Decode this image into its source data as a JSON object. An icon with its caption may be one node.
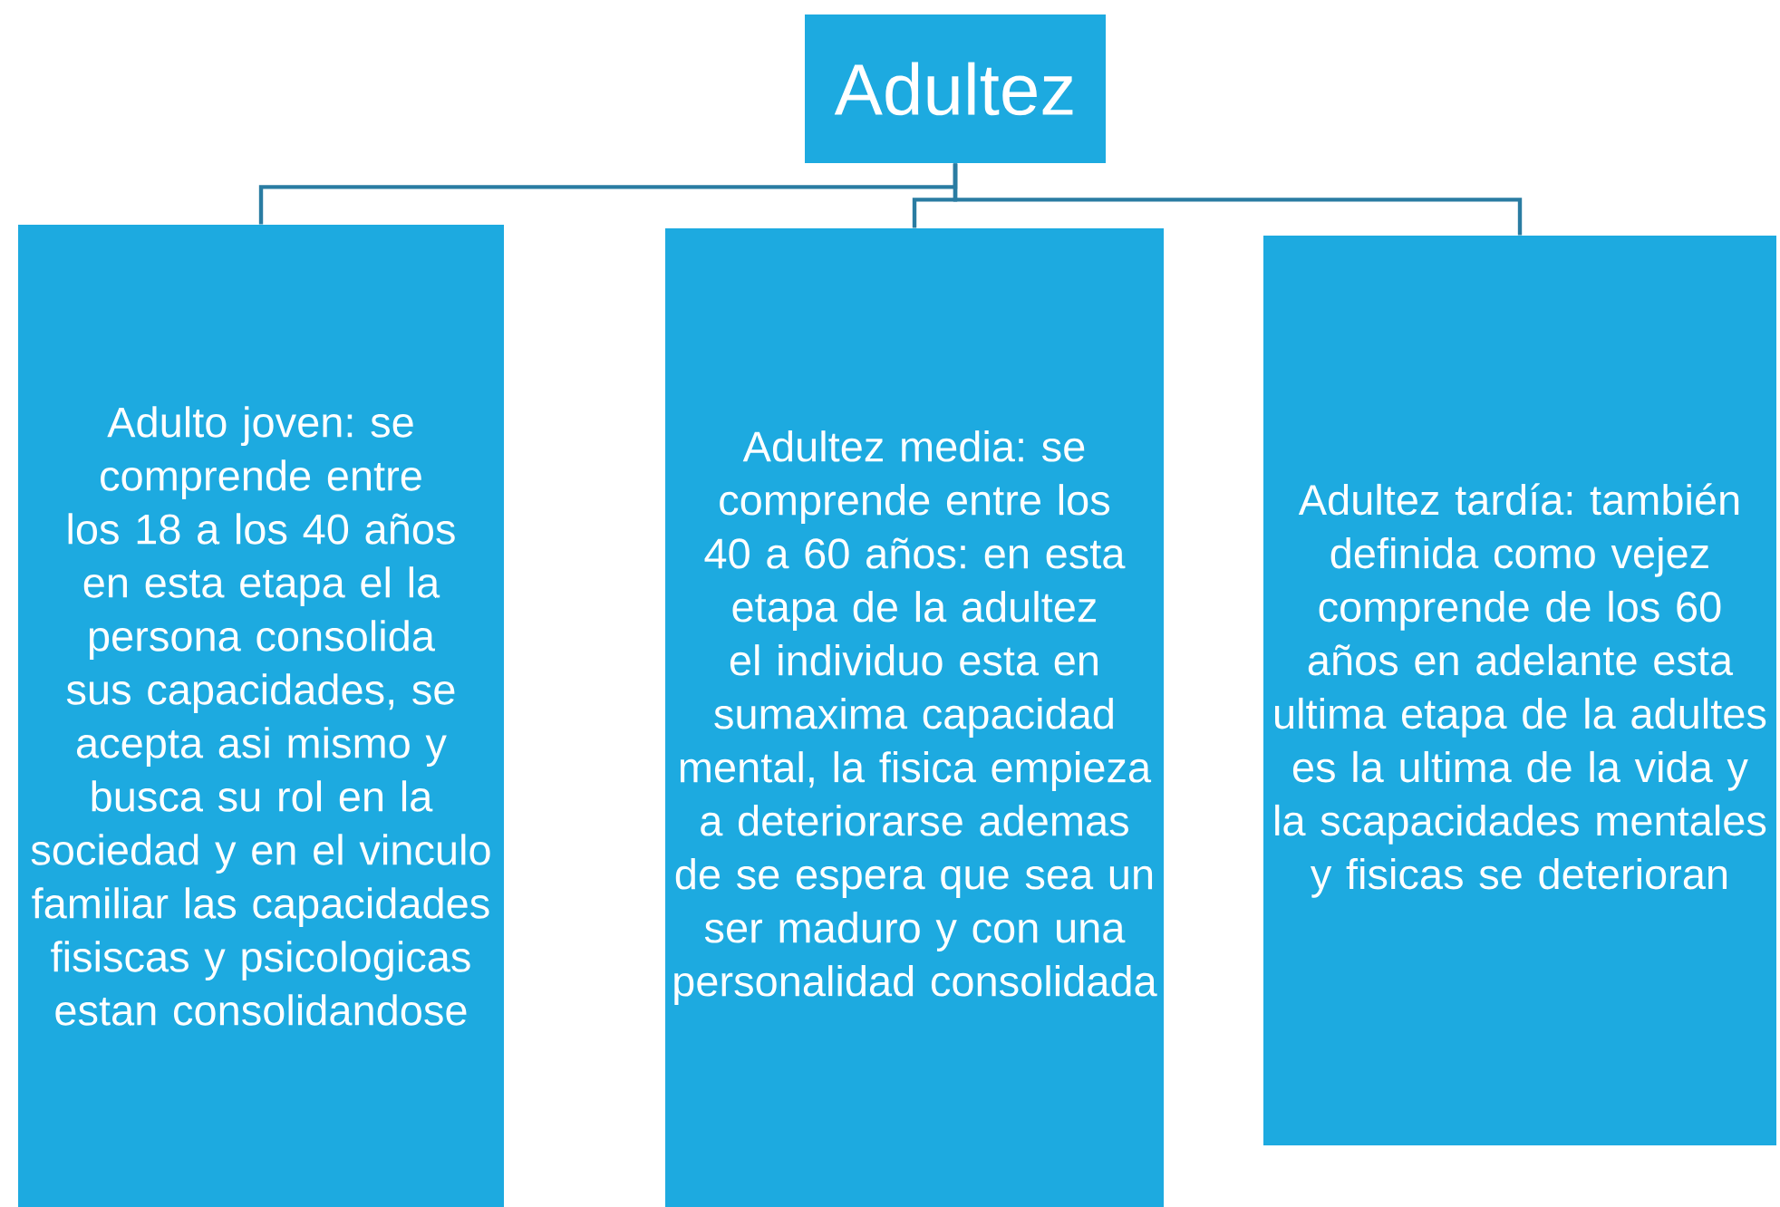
{
  "diagram": {
    "nodes": [
      {
        "text": [
          "Adultez"
        ]
      },
      {
        "text": [
          "Adulto joven: se comprende entre los 18 a los 40 años en esta etapa el la persona consolida sus capacidades, se acepta asi mismo y busca su rol en la sociedad y en el vinculo familiar las capacidades fisiscas y psicologicas estan consolidandose"
        ]
      },
      {
        "text": [
          "Adultez media: se comprende entre los 40 a 60 años: en esta etapa de la adultez el individuo esta en sumaxima capacidad mental, la fisica empieza a deteriorarse ademas de se espera que sea un ser maduro y con una personalidad consolidada"
        ]
      },
      {
        "text": [
          "Adultez tardía: también definida como vejez comprende de los 60 años en adelante esta ultima etapa de la adultes es la ultima de la vida y la scapacidades mentales y fisicas se deterioran"
        ]
      }
    ],
    "edges": [
      {
        "from": 0,
        "to": 1,
        "arrow": "none"
      },
      {
        "from": 0,
        "to": 2,
        "arrow": "none"
      },
      {
        "from": 0,
        "to": 3,
        "arrow": "none"
      }
    ]
  }
}
